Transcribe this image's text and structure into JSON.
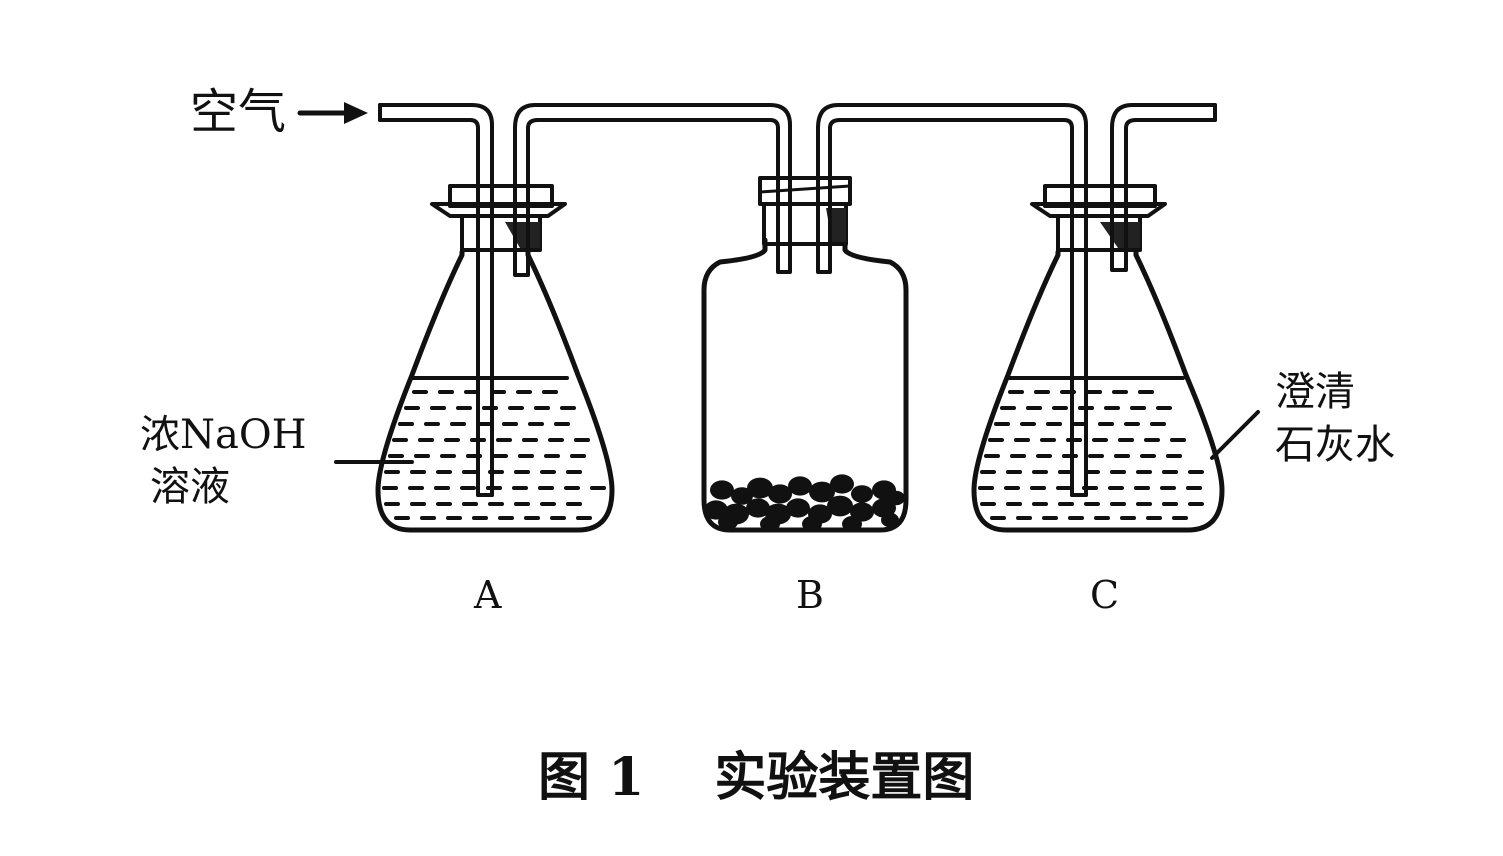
{
  "labels": {
    "air": "空气",
    "naoh_line1": "浓NaOH",
    "naoh_line2": "溶液",
    "limewater_line1": "澄清",
    "limewater_line2": "石灰水",
    "flask_a": "A",
    "bottle_b": "B",
    "flask_c": "C",
    "caption": "图 1　 实验装置图"
  },
  "colors": {
    "ink": "#111111",
    "background": "#ffffff"
  }
}
